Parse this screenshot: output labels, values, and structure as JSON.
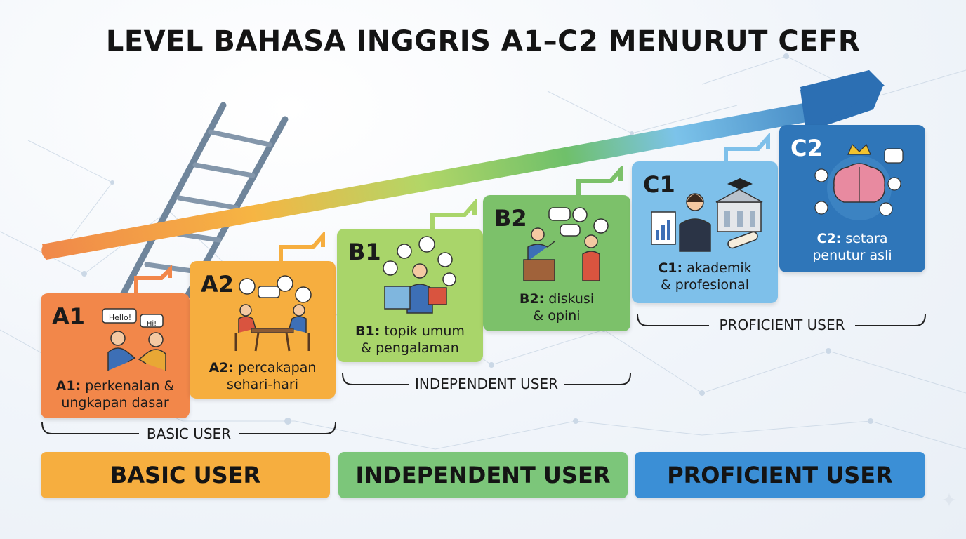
{
  "title": "LEVEL BAHASA INGGRIS A1–C2 MENURUT CEFR",
  "levels": [
    {
      "code": "A1",
      "desc_code": "A1:",
      "desc_rest": " perkenalan &",
      "desc_line2": "ungkapan dasar",
      "bubbles": [
        "Hello!",
        "Hi!"
      ],
      "color": "#f2874a"
    },
    {
      "code": "A2",
      "desc_code": "A2:",
      "desc_rest": " percakapan",
      "desc_line2": "sehari-hari",
      "color": "#f6ae3f"
    },
    {
      "code": "B1",
      "desc_code": "B1:",
      "desc_rest": " topik umum",
      "desc_line2": "& pengalaman",
      "color": "#a9d56a"
    },
    {
      "code": "B2",
      "desc_code": "B2:",
      "desc_rest": " diskusi",
      "desc_line2": "& opini",
      "color": "#7cc16a"
    },
    {
      "code": "C1",
      "desc_code": "C1:",
      "desc_rest": " akademik",
      "desc_line2": "& profesional",
      "color": "#7ec0ea"
    },
    {
      "code": "C2",
      "desc_code": "C2:",
      "desc_rest": " setara",
      "desc_line2": "penutur asli",
      "color": "#2f76b9"
    }
  ],
  "groups": [
    {
      "label": "BASIC USER",
      "bar": "BASIC USER",
      "color": "#f6ae3f"
    },
    {
      "label": "INDEPENDENT USER",
      "bar": "INDEPENDENT USER",
      "color": "#7cc67a"
    },
    {
      "label": "PROFICIENT USER",
      "bar": "PROFICIENT USER",
      "color": "#3b8fd6"
    }
  ]
}
